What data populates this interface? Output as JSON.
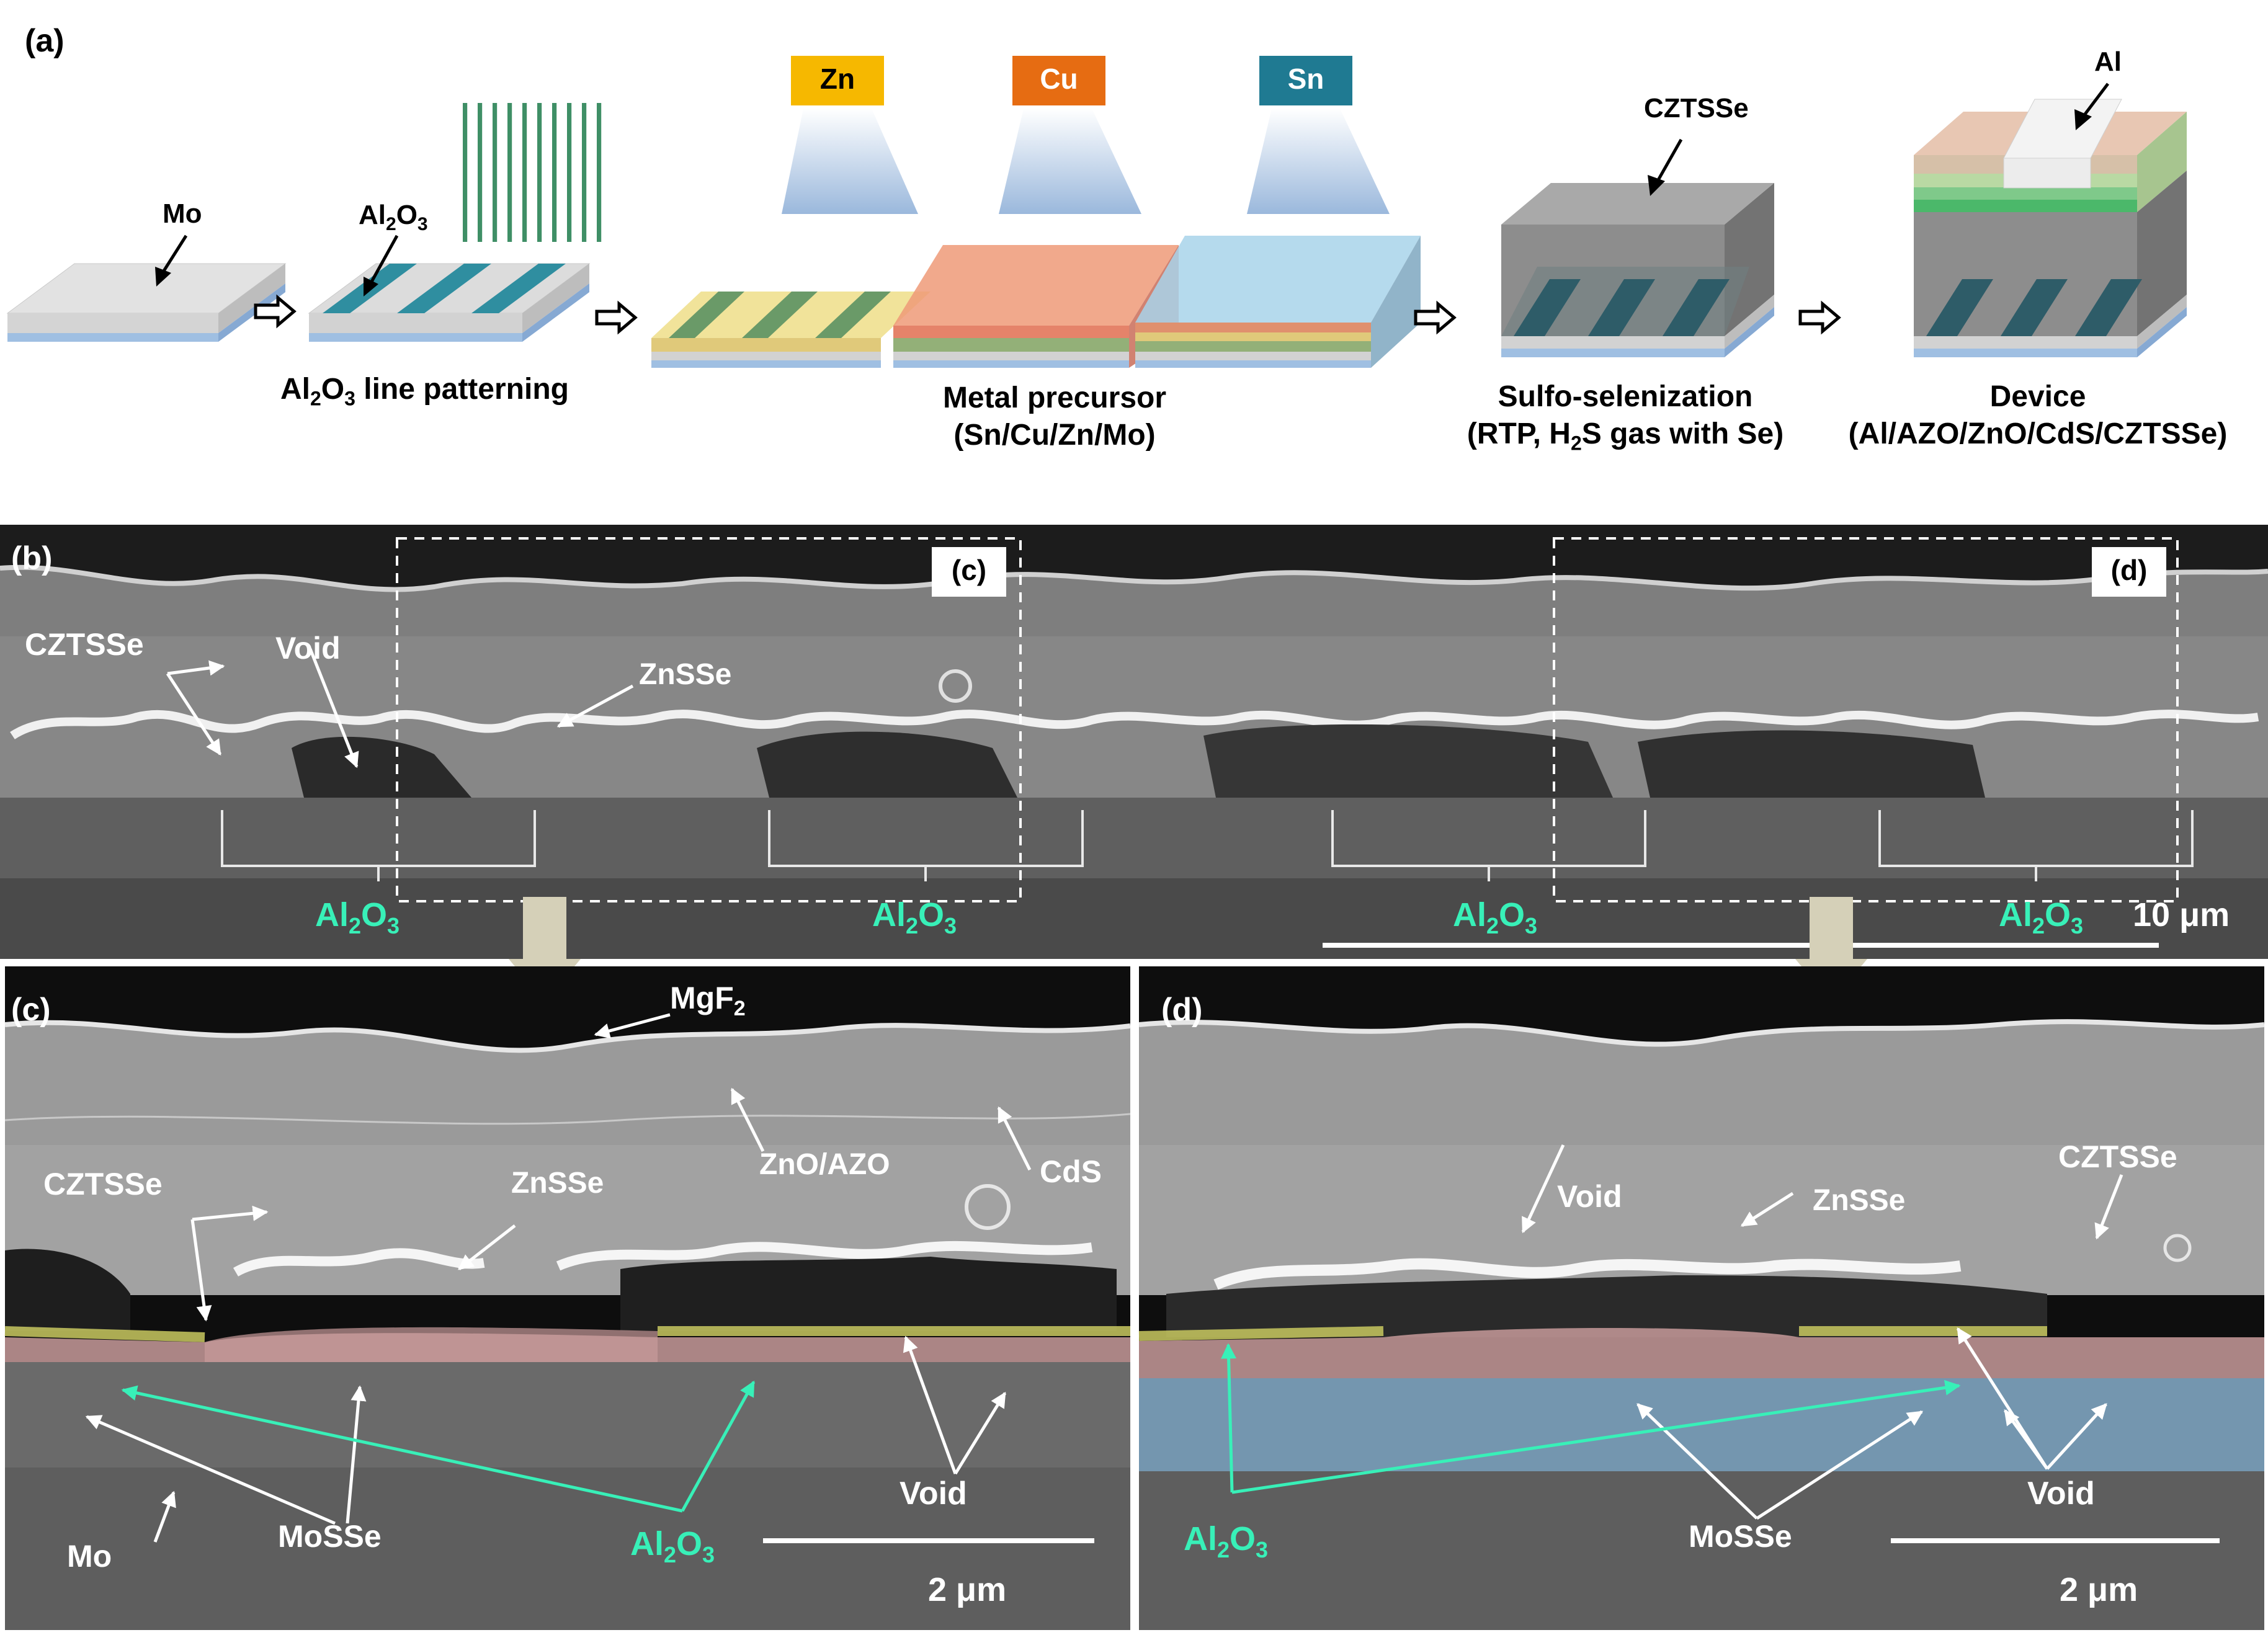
{
  "panel_a": {
    "label": "(a)",
    "step1_material": "Mo",
    "step2_material_base": "Al",
    "step2_material_sub1": "2",
    "step2_material_mid": "O",
    "step2_material_sub2": "3",
    "step2_caption_base": "Al",
    "step2_caption_sub1": "2",
    "step2_caption_mid": "O",
    "step2_caption_sub2": "3",
    "step2_caption_rest": " line patterning",
    "source_zn": "Zn",
    "source_cu": "Cu",
    "source_sn": "Sn",
    "step3_caption_line1": "Metal precursor",
    "step3_caption_line2": "(Sn/Cu/Zn/Mo)",
    "step4_material": "CZTSSe",
    "step4_caption_line1": "Sulfo-selenization",
    "step4_caption_line2_pre": "(RTP, H",
    "step4_caption_line2_sub": "2",
    "step4_caption_line2_post": "S gas with Se)",
    "step5_material": "Al",
    "step5_caption_line1": "Device",
    "step5_caption_line2": "(Al/AZO/ZnO/CdS/CZTSSe)",
    "colors": {
      "zn": "#f6b800",
      "cu": "#e66c12",
      "sn": "#1f7a92",
      "al2o3": "#2f8ea0",
      "mo": "#dcdcdc",
      "glass": "#9fbfe2"
    }
  },
  "panel_b": {
    "label": "(b)",
    "inset_c": "(c)",
    "inset_d": "(d)",
    "czts": "CZTSSe",
    "void": "Void",
    "znsse": "ZnSSe",
    "al2o3_base": "Al",
    "al2o3_sub1": "2",
    "al2o3_mid": "O",
    "al2o3_sub2": "3",
    "scale": "10 μm"
  },
  "panel_c": {
    "label": "(c)",
    "mgf2_base": "MgF",
    "mgf2_sub": "2",
    "zno_azo": "ZnO/AZO",
    "cds": "CdS",
    "czts": "CZTSSe",
    "znsse": "ZnSSe",
    "mo": "Mo",
    "mosse": "MoSSe",
    "al2o3_base": "Al",
    "al2o3_sub1": "2",
    "al2o3_mid": "O",
    "al2o3_sub2": "3",
    "void": "Void",
    "scale": "2 μm"
  },
  "panel_d": {
    "label": "(d)",
    "void_top": "Void",
    "znsse": "ZnSSe",
    "czts": "CZTSSe",
    "al2o3_base": "Al",
    "al2o3_sub1": "2",
    "al2o3_mid": "O",
    "al2o3_sub2": "3",
    "mosse": "MoSSe",
    "void_bottom": "Void",
    "scale": "2 μm"
  }
}
